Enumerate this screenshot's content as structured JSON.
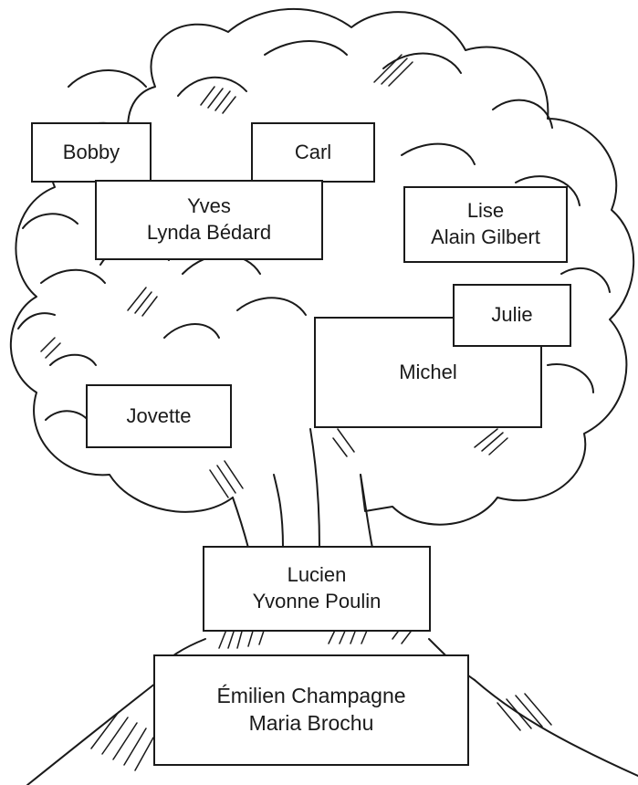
{
  "family_tree": {
    "bobby": "Bobby",
    "carl": "Carl",
    "yves": {
      "line1": "Yves",
      "line2": "Lynda Bédard"
    },
    "lise": {
      "line1": "Lise",
      "line2": "Alain Gilbert"
    },
    "julie": "Julie",
    "michel": "Michel",
    "jovette": "Jovette",
    "lucien": {
      "line1": "Lucien",
      "line2": "Yvonne Poulin"
    },
    "emilien": {
      "line1": "Émilien Champagne",
      "line2": "Maria Brochu"
    }
  },
  "colors": {
    "ink": "#1a1a1a",
    "paper": "#ffffff"
  },
  "icons": [
    "tree-drawing-icon"
  ]
}
